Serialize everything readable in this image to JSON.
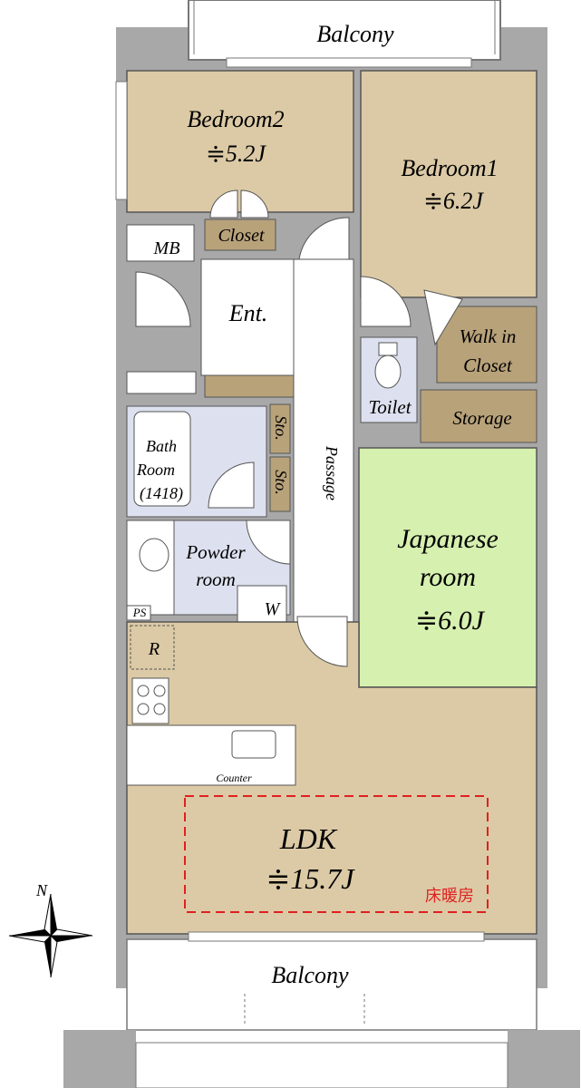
{
  "colors": {
    "room_tan": "#dccaa6",
    "closet_brown": "#b8a27a",
    "wet_area_blue": "#dde0ee",
    "japanese_green": "#d6f0b0",
    "wall_gray": "#a8a8a8",
    "floor_heating_red": "#e02020"
  },
  "labels": {
    "balcony_top": "Balcony",
    "balcony_bottom": "Balcony",
    "bedroom2_name": "Bedroom2",
    "bedroom2_size": "≑5.2J",
    "bedroom1_name": "Bedroom1",
    "bedroom1_size": "≑6.2J",
    "closet": "Closet",
    "mb": "MB",
    "entrance": "Ent.",
    "walkin_line1": "Walk in",
    "walkin_line2": "Closet",
    "toilet": "Toilet",
    "storage": "Storage",
    "sto1": "Sto.",
    "sto2": "Sto.",
    "passage": "Passage",
    "bath_line1": "Bath",
    "bath_line2": "Room",
    "bath_line3": "(1418)",
    "powder_line1": "Powder",
    "powder_line2": "room",
    "washer": "W",
    "ps": "PS",
    "fridge": "R",
    "japanese_line1": "Japanese",
    "japanese_line2": "room",
    "japanese_size": "≑6.0J",
    "counter": "Counter",
    "ldk_name": "LDK",
    "ldk_size": "≑15.7J",
    "floor_heating": "床暖房",
    "compass_n": "N"
  }
}
